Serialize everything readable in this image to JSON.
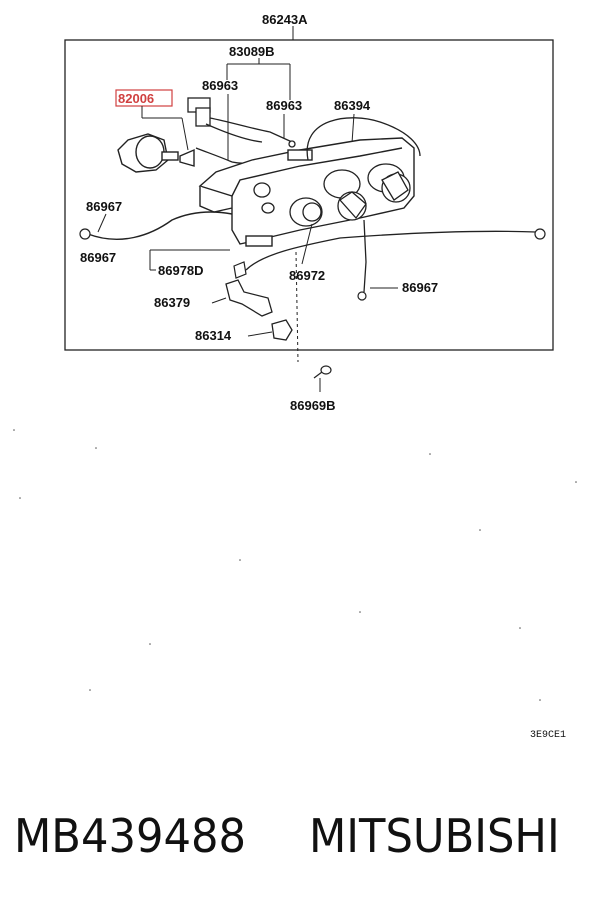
{
  "diagram": {
    "labels": {
      "assembly": "86243A",
      "connector_upper": "83089B",
      "harness_left": "86963",
      "harness_right": "86963",
      "highlighted": "82006",
      "knob_right": "86394",
      "cable_left_upper": "86967",
      "cable_left_lower": "86967",
      "clip": "86978D",
      "cable_center": "86972",
      "cable_right": "86967",
      "bracket": "86379",
      "knob_lower": "86314",
      "screw": "86969B"
    },
    "diagram_code": "3E9CE1",
    "highlight_color": "#d04040"
  },
  "caption": {
    "part_number": "MB439488",
    "brand": "MITSUBISHI"
  }
}
